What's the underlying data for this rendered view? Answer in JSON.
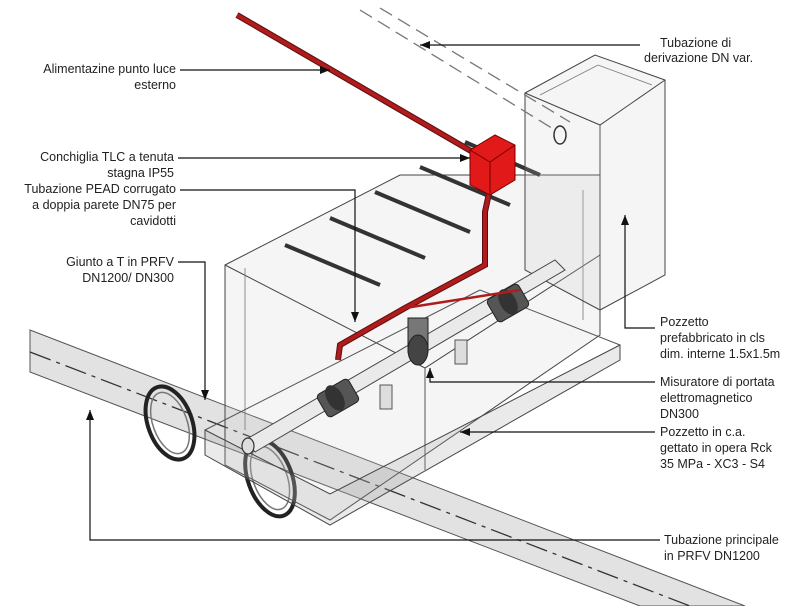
{
  "labels": {
    "derivazione": [
      "Tubazione di",
      "derivazione DN var."
    ],
    "alimentazione": [
      "Alimentazine punto luce",
      "esterno"
    ],
    "conchiglia": [
      "Conchiglia TLC a tenuta",
      "stagna IP55"
    ],
    "tubazione_pead": [
      "Tubazione PEAD corrugato",
      "a doppia parete DN75 per",
      "cavidotti"
    ],
    "giunto": [
      "Giunto a T in PRFV",
      "DN1200/ DN300"
    ],
    "pozzetto_prefabbricato": [
      "Pozzetto",
      "prefabbricato in cls",
      "dim. interne 1.5x1.5m"
    ],
    "misuratore": [
      "Misuratore di portata",
      "elettromagnetico",
      "DN300"
    ],
    "pozzetto_ca": [
      "Pozzetto in c.a.",
      "gettato in opera Rck",
      "35 MPa - XC3 - S4"
    ],
    "tubazione_principale": [
      "Tubazione principale",
      "in PRFV DN1200"
    ]
  },
  "colors": {
    "cable_red": "#b01c1c",
    "box_red": "#e11919",
    "line": "#111111"
  }
}
